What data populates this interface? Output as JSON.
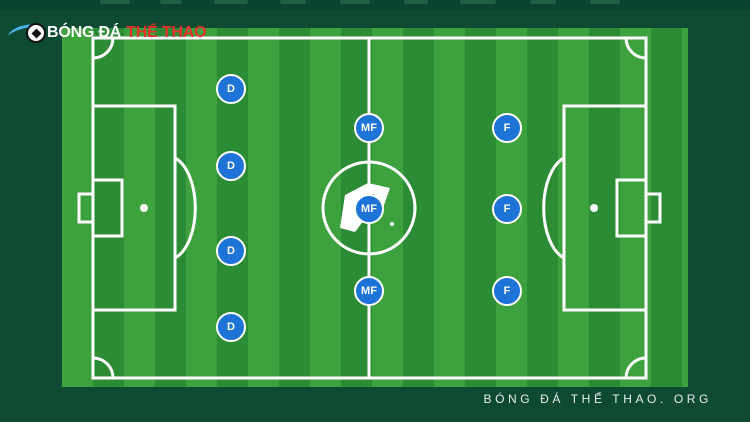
{
  "brand": {
    "logo_main": "BÓNG ĐÁ",
    "logo_accent": "THỂ THAO",
    "watermark": "BÓNG ĐÁ THỂ THAO. ORG"
  },
  "colors": {
    "background": "#0e4a31",
    "pitch_light": "#3da23d",
    "pitch_dark": "#2c8c35",
    "player_fill": "#1e73d6",
    "accent_red": "#e8312b"
  },
  "formation": {
    "defenders": [
      "D",
      "D",
      "D",
      "D"
    ],
    "midfielders": [
      "MF",
      "MF",
      "MF"
    ],
    "forwards": [
      "F",
      "F",
      "F"
    ]
  }
}
